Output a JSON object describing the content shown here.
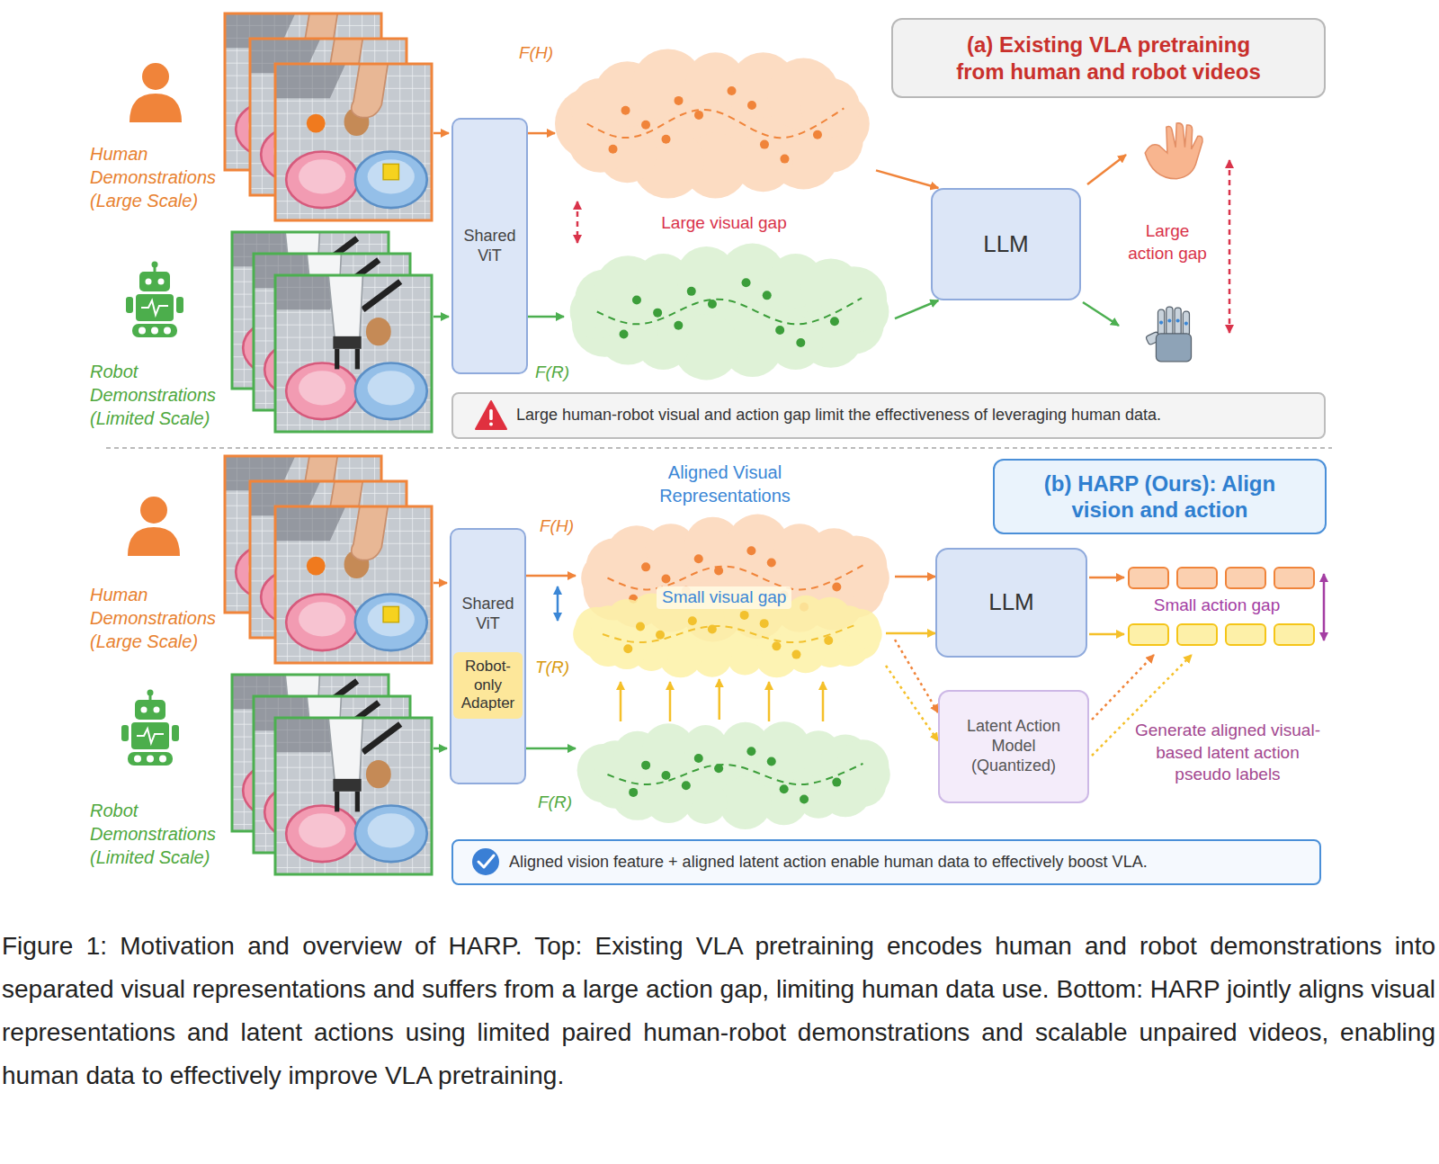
{
  "diagram": {
    "caption": "Figure 1: Motivation and overview of HARP. Top: Existing VLA pretraining encodes human and robot demonstrations into separated visual representations and suffers from a large action gap, limiting human data use. Bottom: HARP jointly aligns visual representations and latent actions using limited paired human-robot demonstrations and scalable unpaired videos, enabling human data to effectively improve VLA pretraining.",
    "nodes": [
      {
        "text": [
          "(a) Existing VLA pretraining from human and robot videos"
        ]
      },
      {
        "text": [
          "Shared ViT"
        ]
      },
      {
        "text": [
          "F(H)"
        ]
      },
      {
        "text": [
          "F(R)"
        ]
      },
      {
        "text": [
          "LLM"
        ]
      },
      {
        "text": [
          "Large human-robot visual and action gap limit the effectiveness of leveraging human data."
        ]
      },
      {
        "text": [
          "(b) HARP (Ours): Align vision and action"
        ]
      },
      {
        "text": [
          "Shared ViT"
        ]
      },
      {
        "text": [
          "Robot-only Adapter"
        ],
        "in": 7
      },
      {
        "text": [
          "F(H)"
        ]
      },
      {
        "text": [
          "T(R)"
        ]
      },
      {
        "text": [
          "F(R)"
        ]
      },
      {
        "text": [
          "LLM"
        ]
      },
      {
        "text": [
          "Latent Action Model (Quantized)"
        ]
      },
      {
        "text": [
          "Aligned vision feature + aligned latent action enable human data to effectively boost VLA."
        ]
      }
    ],
    "edges": [
      {
        "from": 1,
        "to": 2,
        "arrow": "to"
      },
      {
        "from": 1,
        "to": 3,
        "arrow": "to"
      },
      {
        "from": 2,
        "to": 4,
        "arrow": "to"
      },
      {
        "from": 3,
        "to": 4,
        "arrow": "to"
      },
      {
        "from": 2,
        "to": 3,
        "arrow": "both"
      },
      {
        "from": 7,
        "to": 9,
        "arrow": "to"
      },
      {
        "from": 7,
        "to": 11,
        "arrow": "to"
      },
      {
        "from": 11,
        "to": 10,
        "arrow": "to"
      },
      {
        "from": 9,
        "to": 12,
        "arrow": "to"
      },
      {
        "from": 10,
        "to": 12,
        "arrow": "to"
      },
      {
        "from": 9,
        "to": 13,
        "arrow": "to"
      },
      {
        "from": 10,
        "to": 13,
        "arrow": "to"
      }
    ],
    "labels": [
      "Human Demonstrations (Large Scale)",
      "Robot Demonstrations (Limited Scale)",
      "Large visual gap",
      "Large action gap",
      "Human Demonstrations (Large Scale)",
      "Robot Demonstrations (Limited Scale)",
      "Aligned Visual Representations",
      "Small visual gap",
      "Small action gap",
      "Generate aligned visual-based latent action pseudo labels"
    ]
  }
}
